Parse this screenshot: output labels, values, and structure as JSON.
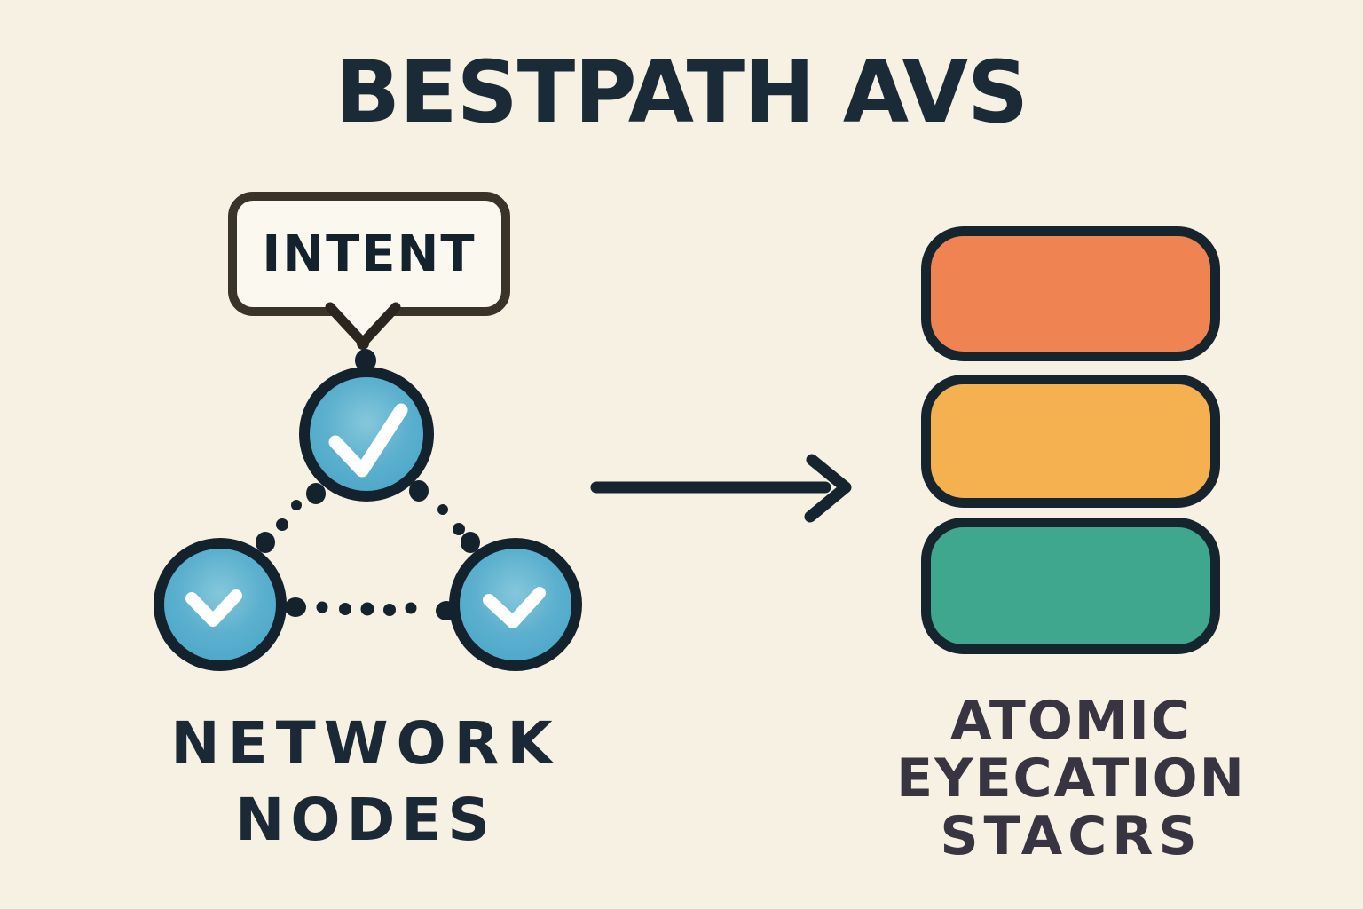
{
  "title": "BESTPATH AVS",
  "intent_bubble": {
    "label": "INTENT"
  },
  "network": {
    "label_line1": "NETWORK",
    "label_line2": "NODES",
    "nodes": [
      {
        "position": "top",
        "status": "checked"
      },
      {
        "position": "left",
        "status": "checked"
      },
      {
        "position": "right",
        "status": "checked"
      }
    ]
  },
  "arrow": {
    "direction": "right"
  },
  "stacks": {
    "label_line1": "ATOMIC",
    "label_line2": "EYECATION",
    "label_line3": "STACRS",
    "blocks": [
      {
        "name": "orange-block",
        "color": "#EF8351",
        "css": "background:#EF8351"
      },
      {
        "name": "amber-block",
        "color": "#F5B14F",
        "css": "background:#F5B14F"
      },
      {
        "name": "teal-block",
        "color": "#3EA78D",
        "css": "background:#3EA78D"
      }
    ]
  },
  "colors": {
    "background": "#F6F1E3",
    "ink": "#16242F",
    "title_text": "#1B2A37",
    "bubble_border": "#3A3329",
    "bubble_fill": "#FBF8EF",
    "node_fill": "#54ABCB",
    "node_border": "#14222E",
    "checkmark": "#FFFFFF",
    "stack_orange": "#EF8351",
    "stack_amber": "#F5B14F",
    "stack_teal": "#3EA78D",
    "caption_left_text": "#1B2936",
    "caption_right_text": "#393441"
  }
}
